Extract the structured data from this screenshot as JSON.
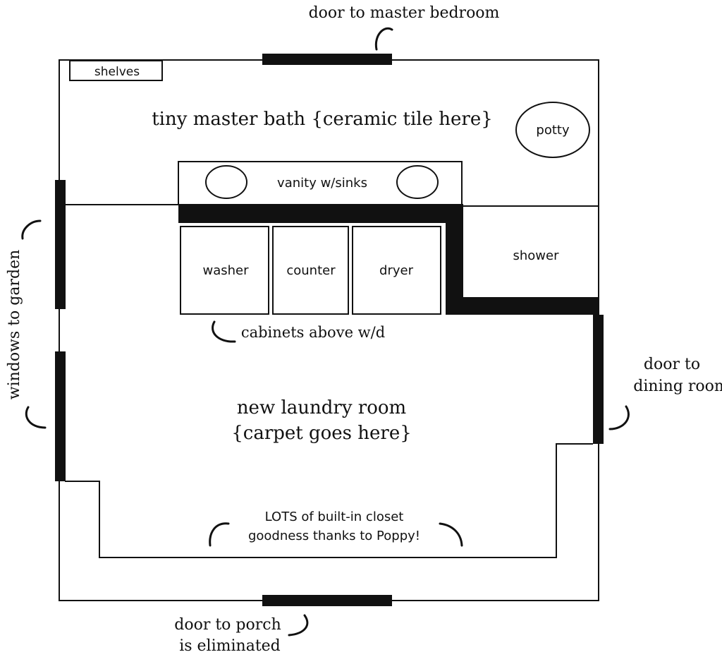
{
  "labels": {
    "door_master_bedroom": "door to master bedroom",
    "shelves": "shelves",
    "master_bath": "tiny master bath {ceramic tile here}",
    "potty": "potty",
    "vanity": "vanity w/sinks",
    "washer": "washer",
    "counter": "counter",
    "dryer": "dryer",
    "shower": "shower",
    "cabinets": "cabinets above w/d",
    "windows": "windows to garden",
    "door_dining_line1": "door to",
    "door_dining_line2": "dining room",
    "laundry_line1": "new laundry room",
    "laundry_line2": "{carpet goes here}",
    "closet_line1": "LOTS of built-in closet",
    "closet_line2": "goodness thanks to Poppy!",
    "porch_line1": "door to porch",
    "porch_line2": "is eliminated"
  }
}
